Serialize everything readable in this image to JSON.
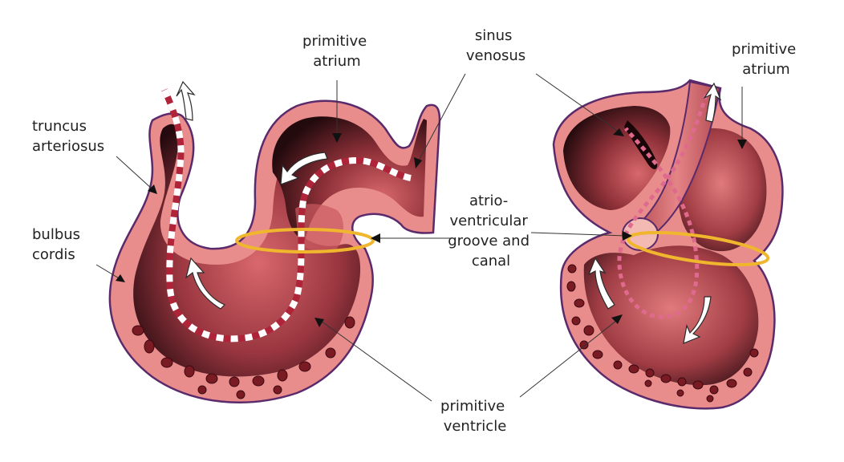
{
  "labels": {
    "primitive_atrium_left": [
      "primitive",
      "atrium"
    ],
    "sinus_venosus": [
      "sinus",
      "venosus"
    ],
    "primitive_atrium_right": [
      "primitive",
      "atrium"
    ],
    "truncus_arteriosus": [
      "truncus",
      "arteriosus"
    ],
    "bulbus_cordis": [
      "bulbus",
      "cordis"
    ],
    "av_groove": [
      "atrio-",
      "ventricular",
      "groove and",
      "canal"
    ],
    "primitive_ventricle": [
      "primitive",
      "ventricle"
    ]
  },
  "colors": {
    "wall": "#e98d8c",
    "outline": "#5a2a6b",
    "cavity_dark": "#2a0c10",
    "cavity_light": "#c85a5e",
    "ring": "#f0b62d",
    "dash_red": "#b0243a",
    "dash_white": "#ffffff",
    "dash_pink": "#e06a8e"
  }
}
